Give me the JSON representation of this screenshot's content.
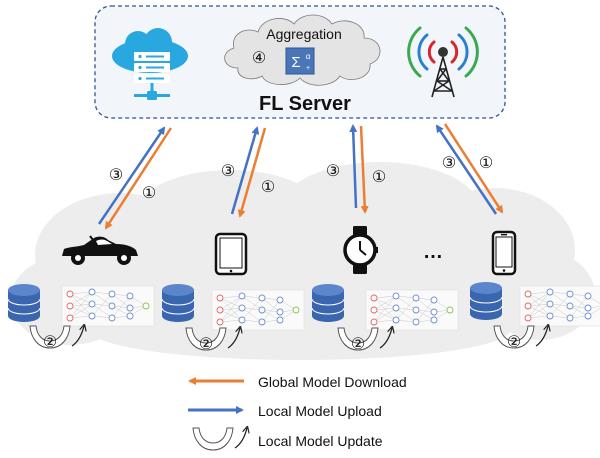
{
  "server": {
    "title": "FL Server",
    "aggregation_label": "Aggregation",
    "aggregation_step": "④"
  },
  "steps": {
    "download": "①",
    "update": "②",
    "upload": "③"
  },
  "ellipsis": "…",
  "legend": {
    "download": "Global Model Download",
    "upload": "Local Model Upload",
    "update": "Local Model Update"
  },
  "colors": {
    "download": "#ED7D31",
    "upload": "#4472C4",
    "cloud_fill": "#EDEDED",
    "server_fill": "#F2F6FB",
    "server_border": "#2F5597",
    "database": "#3A66AF",
    "device": "#111111"
  },
  "icons": {
    "cloud_server": "cloud-server-icon",
    "aggregation": "sum-alpha-icon",
    "tower": "radio-tower-icon",
    "vehicle": "car-icon",
    "tablet": "tablet-icon",
    "watch": "smartwatch-icon",
    "phone": "smartphone-icon",
    "database": "database-icon",
    "network": "neural-network-icon"
  }
}
